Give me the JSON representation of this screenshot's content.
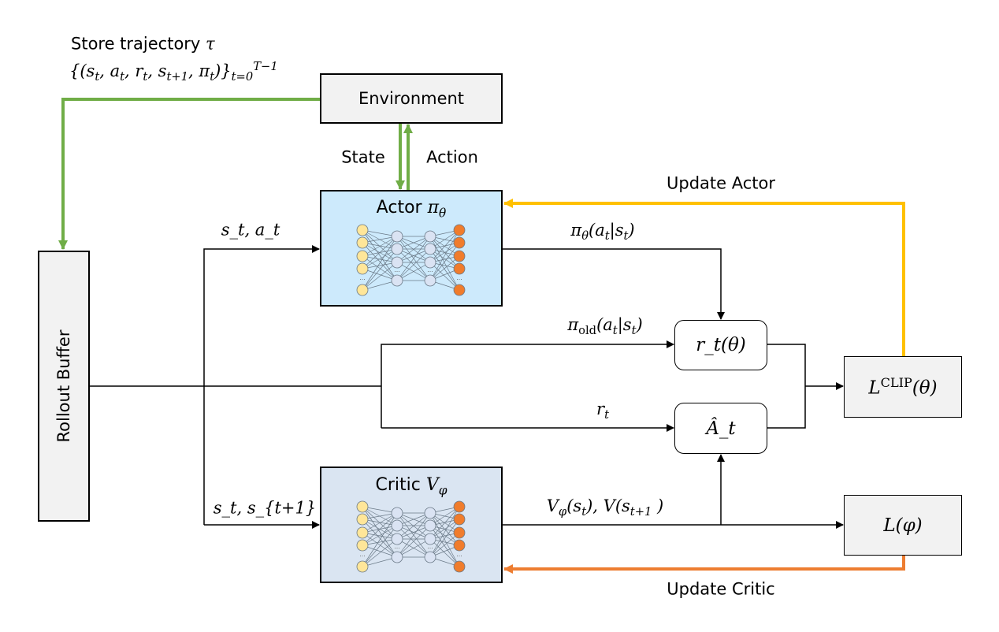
{
  "colors": {
    "green": "#70ad47",
    "yellow": "#ffc000",
    "orange": "#ed7d31",
    "actor_fill": "#cdeafc",
    "critic_fill": "#dae5f2",
    "gray_fill": "#f2f2f2",
    "input_node": "#ffe699",
    "hidden_node": "#dae3f3",
    "output_node": "#f07c2c"
  },
  "store": {
    "title": "Store trajectory τ",
    "formula": "{(s_t, a_t, r_t, s_{t+1}, π_t)}_{t=0}^{T−1}"
  },
  "environment": {
    "label": "Environment"
  },
  "state_label": "State",
  "action_label": "Action",
  "actor": {
    "label": "Actor π_θ"
  },
  "critic": {
    "label": "Critic V_φ"
  },
  "buffer": {
    "label": "Rollout Buffer"
  },
  "ratio": {
    "label": "r_t(θ)"
  },
  "advantage": {
    "label": "Â_t"
  },
  "lclip": {
    "label": "L^{CLIP}(θ)"
  },
  "lphi": {
    "label": "L(φ)"
  },
  "edges": {
    "st_at": "s_t, a_t",
    "st_st1": "s_t, s_{t+1}",
    "pi_theta": "π_θ(a_t|s_t)",
    "pi_old": "π_{old}(a_t|s_t)",
    "reward": "r_t",
    "values": "V_φ(s_t), V(s_{t+1} )",
    "update_actor": "Update Actor",
    "update_critic": "Update Critic"
  }
}
